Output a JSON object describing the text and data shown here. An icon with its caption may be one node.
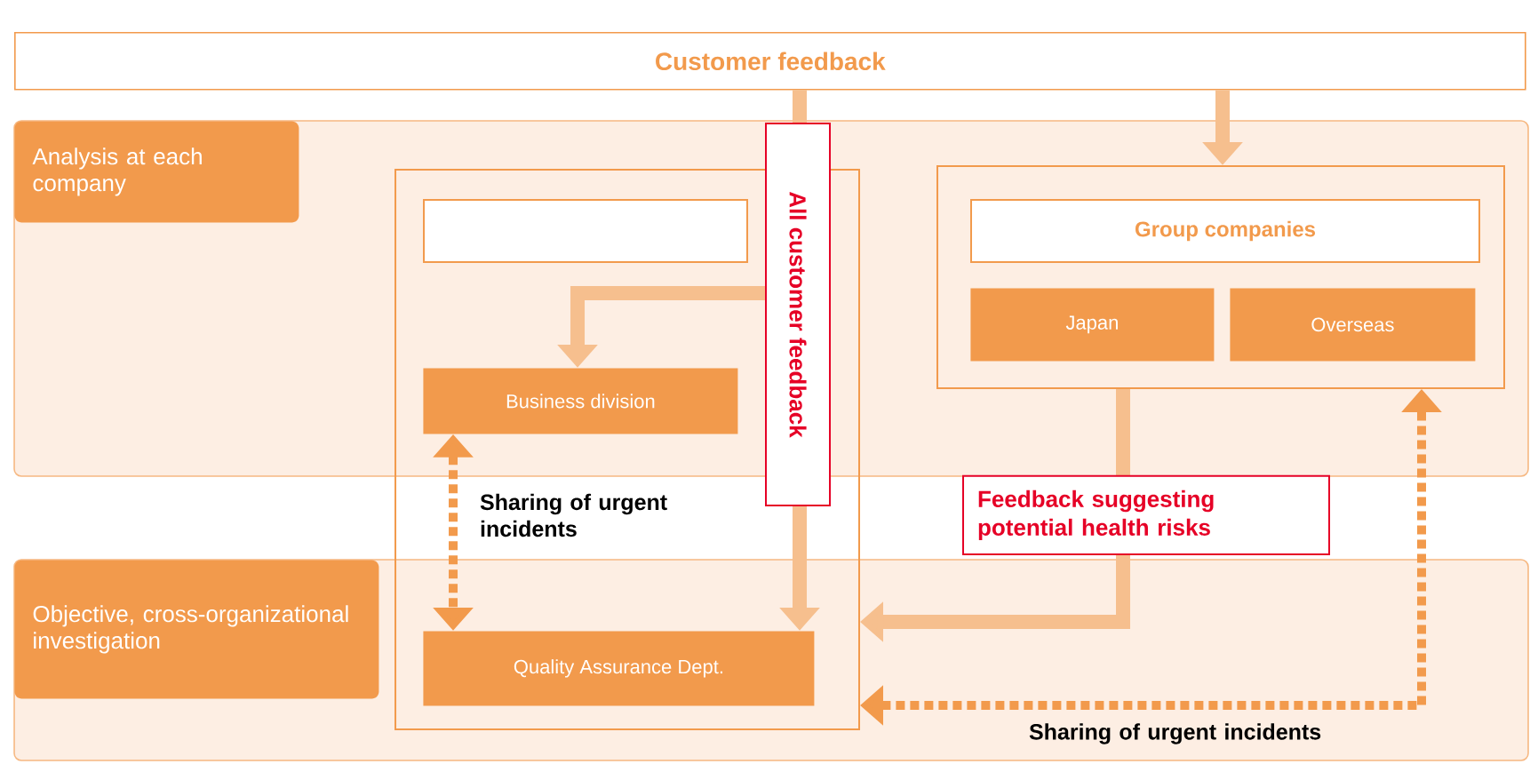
{
  "diagram": {
    "nodes": [
      {
        "text": [
          "Customer feedback"
        ]
      },
      {
        "text": [
          "Analysis at each company"
        ]
      },
      {
        "text": [
          "Objective, cross-organizational investigation"
        ]
      },
      {
        "text": [],
        "shape": "box"
      },
      {
        "text": [],
        "shape": "box",
        "in": 3
      },
      {
        "text": [
          "Business division"
        ],
        "in": 3
      },
      {
        "text": [
          "Quality Assurance Dept."
        ],
        "in": 3
      },
      {
        "text": [],
        "shape": "box"
      },
      {
        "text": [
          "Group companies"
        ],
        "in": 7
      },
      {
        "text": [
          "Japan"
        ],
        "in": 7
      },
      {
        "text": [
          "Overseas"
        ],
        "in": 7
      }
    ],
    "edges": [
      {
        "from": 0,
        "to": 6,
        "arrow": "to",
        "label": "All customer feedback"
      },
      {
        "from": 0,
        "to": 5,
        "arrow": "to"
      },
      {
        "from": 0,
        "to": 7,
        "arrow": "to"
      },
      {
        "from": 5,
        "to": 6,
        "arrow": "both",
        "style": "dashed",
        "color": "#f29a4c",
        "label": "Sharing of urgent incidents"
      },
      {
        "from": 7,
        "to": 3,
        "arrow": "to",
        "label": "Feedback suggesting potential health risks"
      },
      {
        "from": 3,
        "to": 7,
        "arrow": "both",
        "style": "dashed",
        "color": "#f29a4c",
        "label": "Sharing of urgent incidents"
      }
    ]
  }
}
